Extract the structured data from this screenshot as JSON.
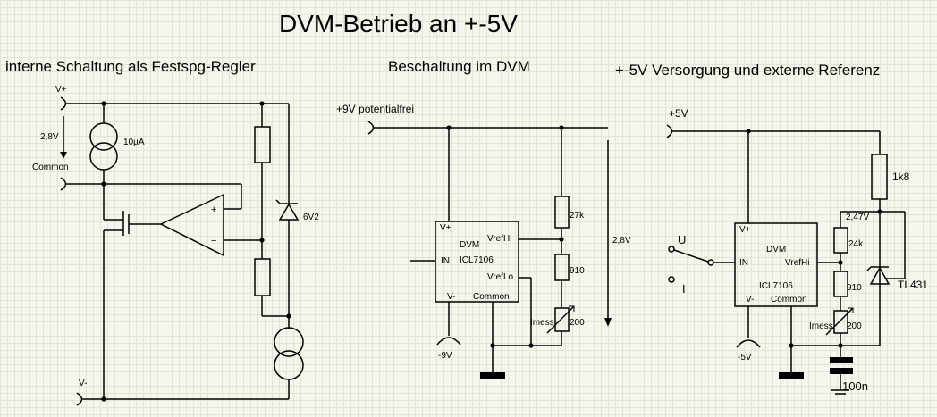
{
  "title": "DVM-Betrieb an +-5V",
  "sections": {
    "left": "interne Schaltung als Festspg-Regler",
    "middle": "Beschaltung im DVM",
    "right": "+-5V Versorgung und externe Referenz"
  },
  "left": {
    "vplus": "V+",
    "voltage": "2,8V",
    "common": "Common",
    "current": "10µA",
    "zener": "6V2",
    "vminus": "V-",
    "opamp_plus": "+",
    "opamp_minus": "−"
  },
  "middle": {
    "supply": "+9V potentialfrei",
    "vplus": "V+",
    "dvm": "DVM",
    "chip": "ICL7106",
    "in": "IN",
    "vrefhi": "VrefHi",
    "vreflo": "VrefLo",
    "vminus": "V-",
    "common": "Common",
    "r1": "27k",
    "r2": "910",
    "pot_label": "Imess",
    "pot_value": "200",
    "voltage": "2,8V",
    "neg": "-9V"
  },
  "right": {
    "supply": "+5V",
    "vplus": "V+",
    "dvm": "DVM",
    "chip": "ICL7106",
    "in": "IN",
    "vrefhi": "VrefHi",
    "vminus": "V-",
    "common": "Common",
    "r_top": "1k8",
    "ref_voltage": "2,47V",
    "r1": "24k",
    "r2": "910",
    "pot_label": "Imess",
    "pot_value": "200",
    "regulator": "TL431",
    "switch_u": "U",
    "switch_i": "I",
    "neg": "-5V",
    "cap": "100n"
  }
}
